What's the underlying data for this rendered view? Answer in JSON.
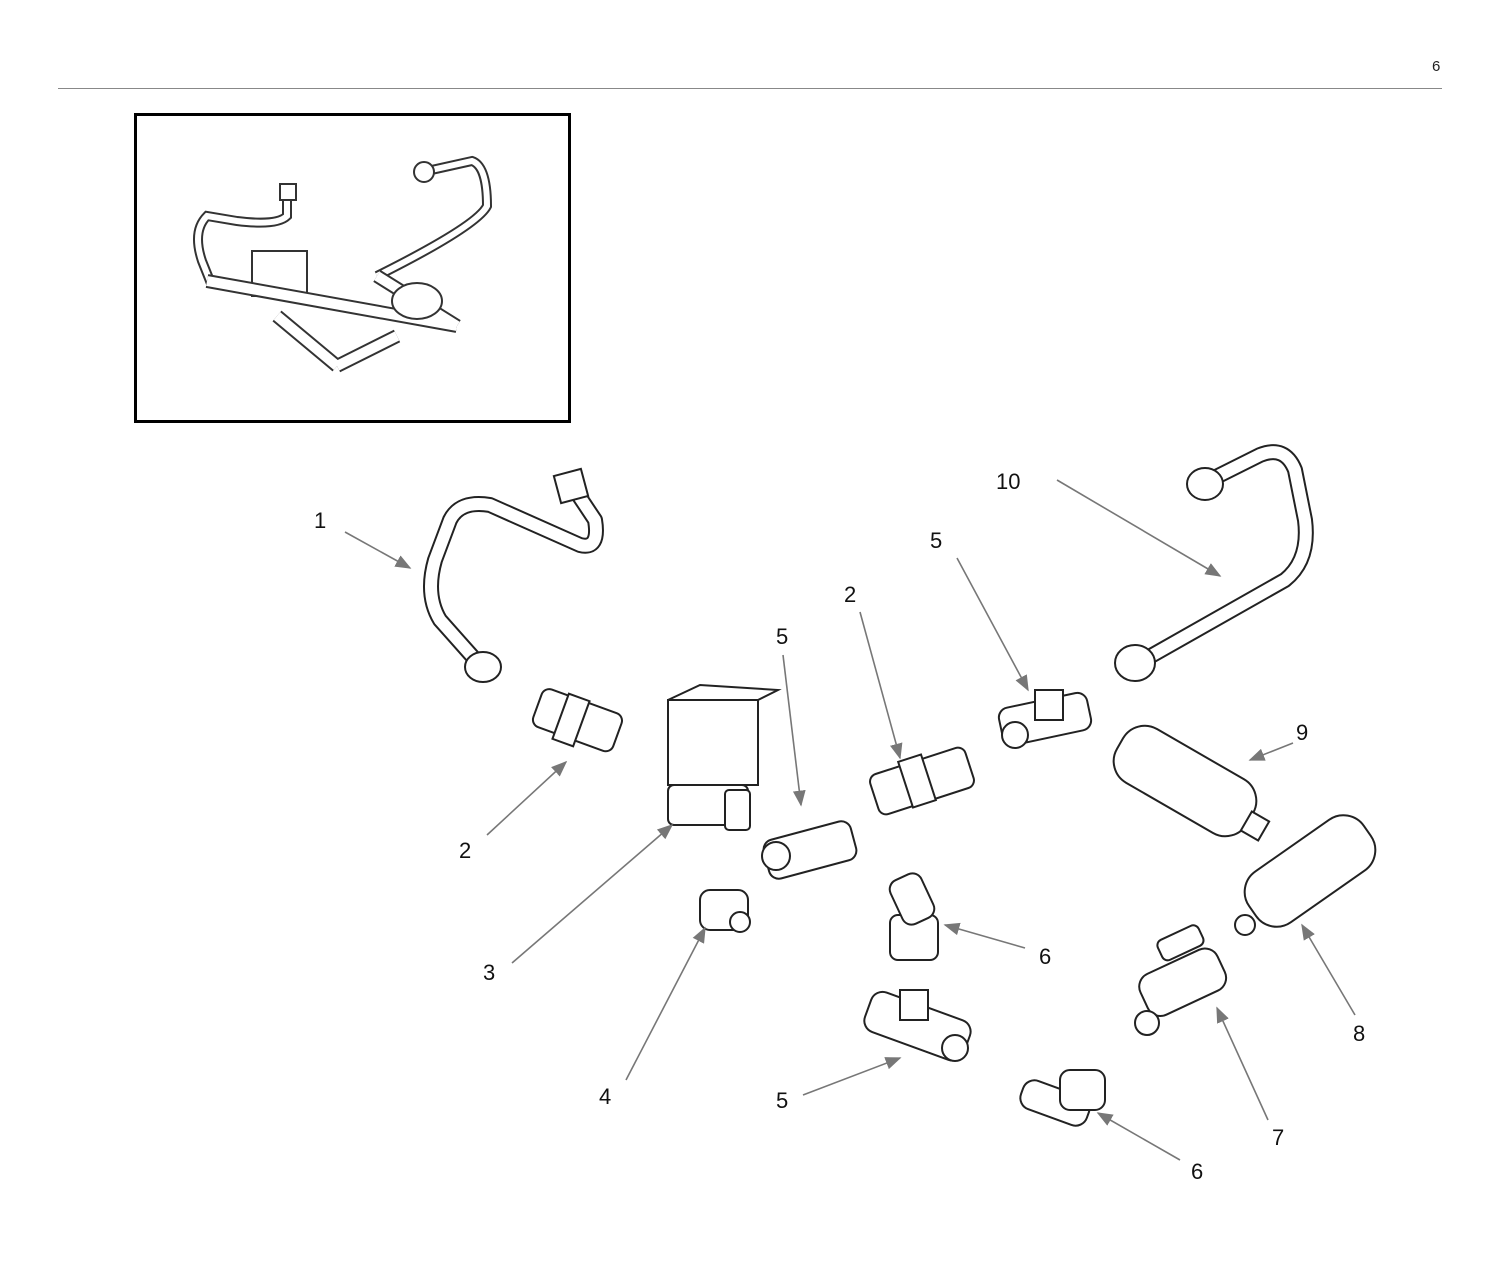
{
  "page": {
    "number": "6"
  },
  "callouts": [
    "1",
    "10",
    "5",
    "2",
    "5",
    "9",
    "2",
    "3",
    "6",
    "8",
    "4",
    "5",
    "7",
    "6"
  ]
}
